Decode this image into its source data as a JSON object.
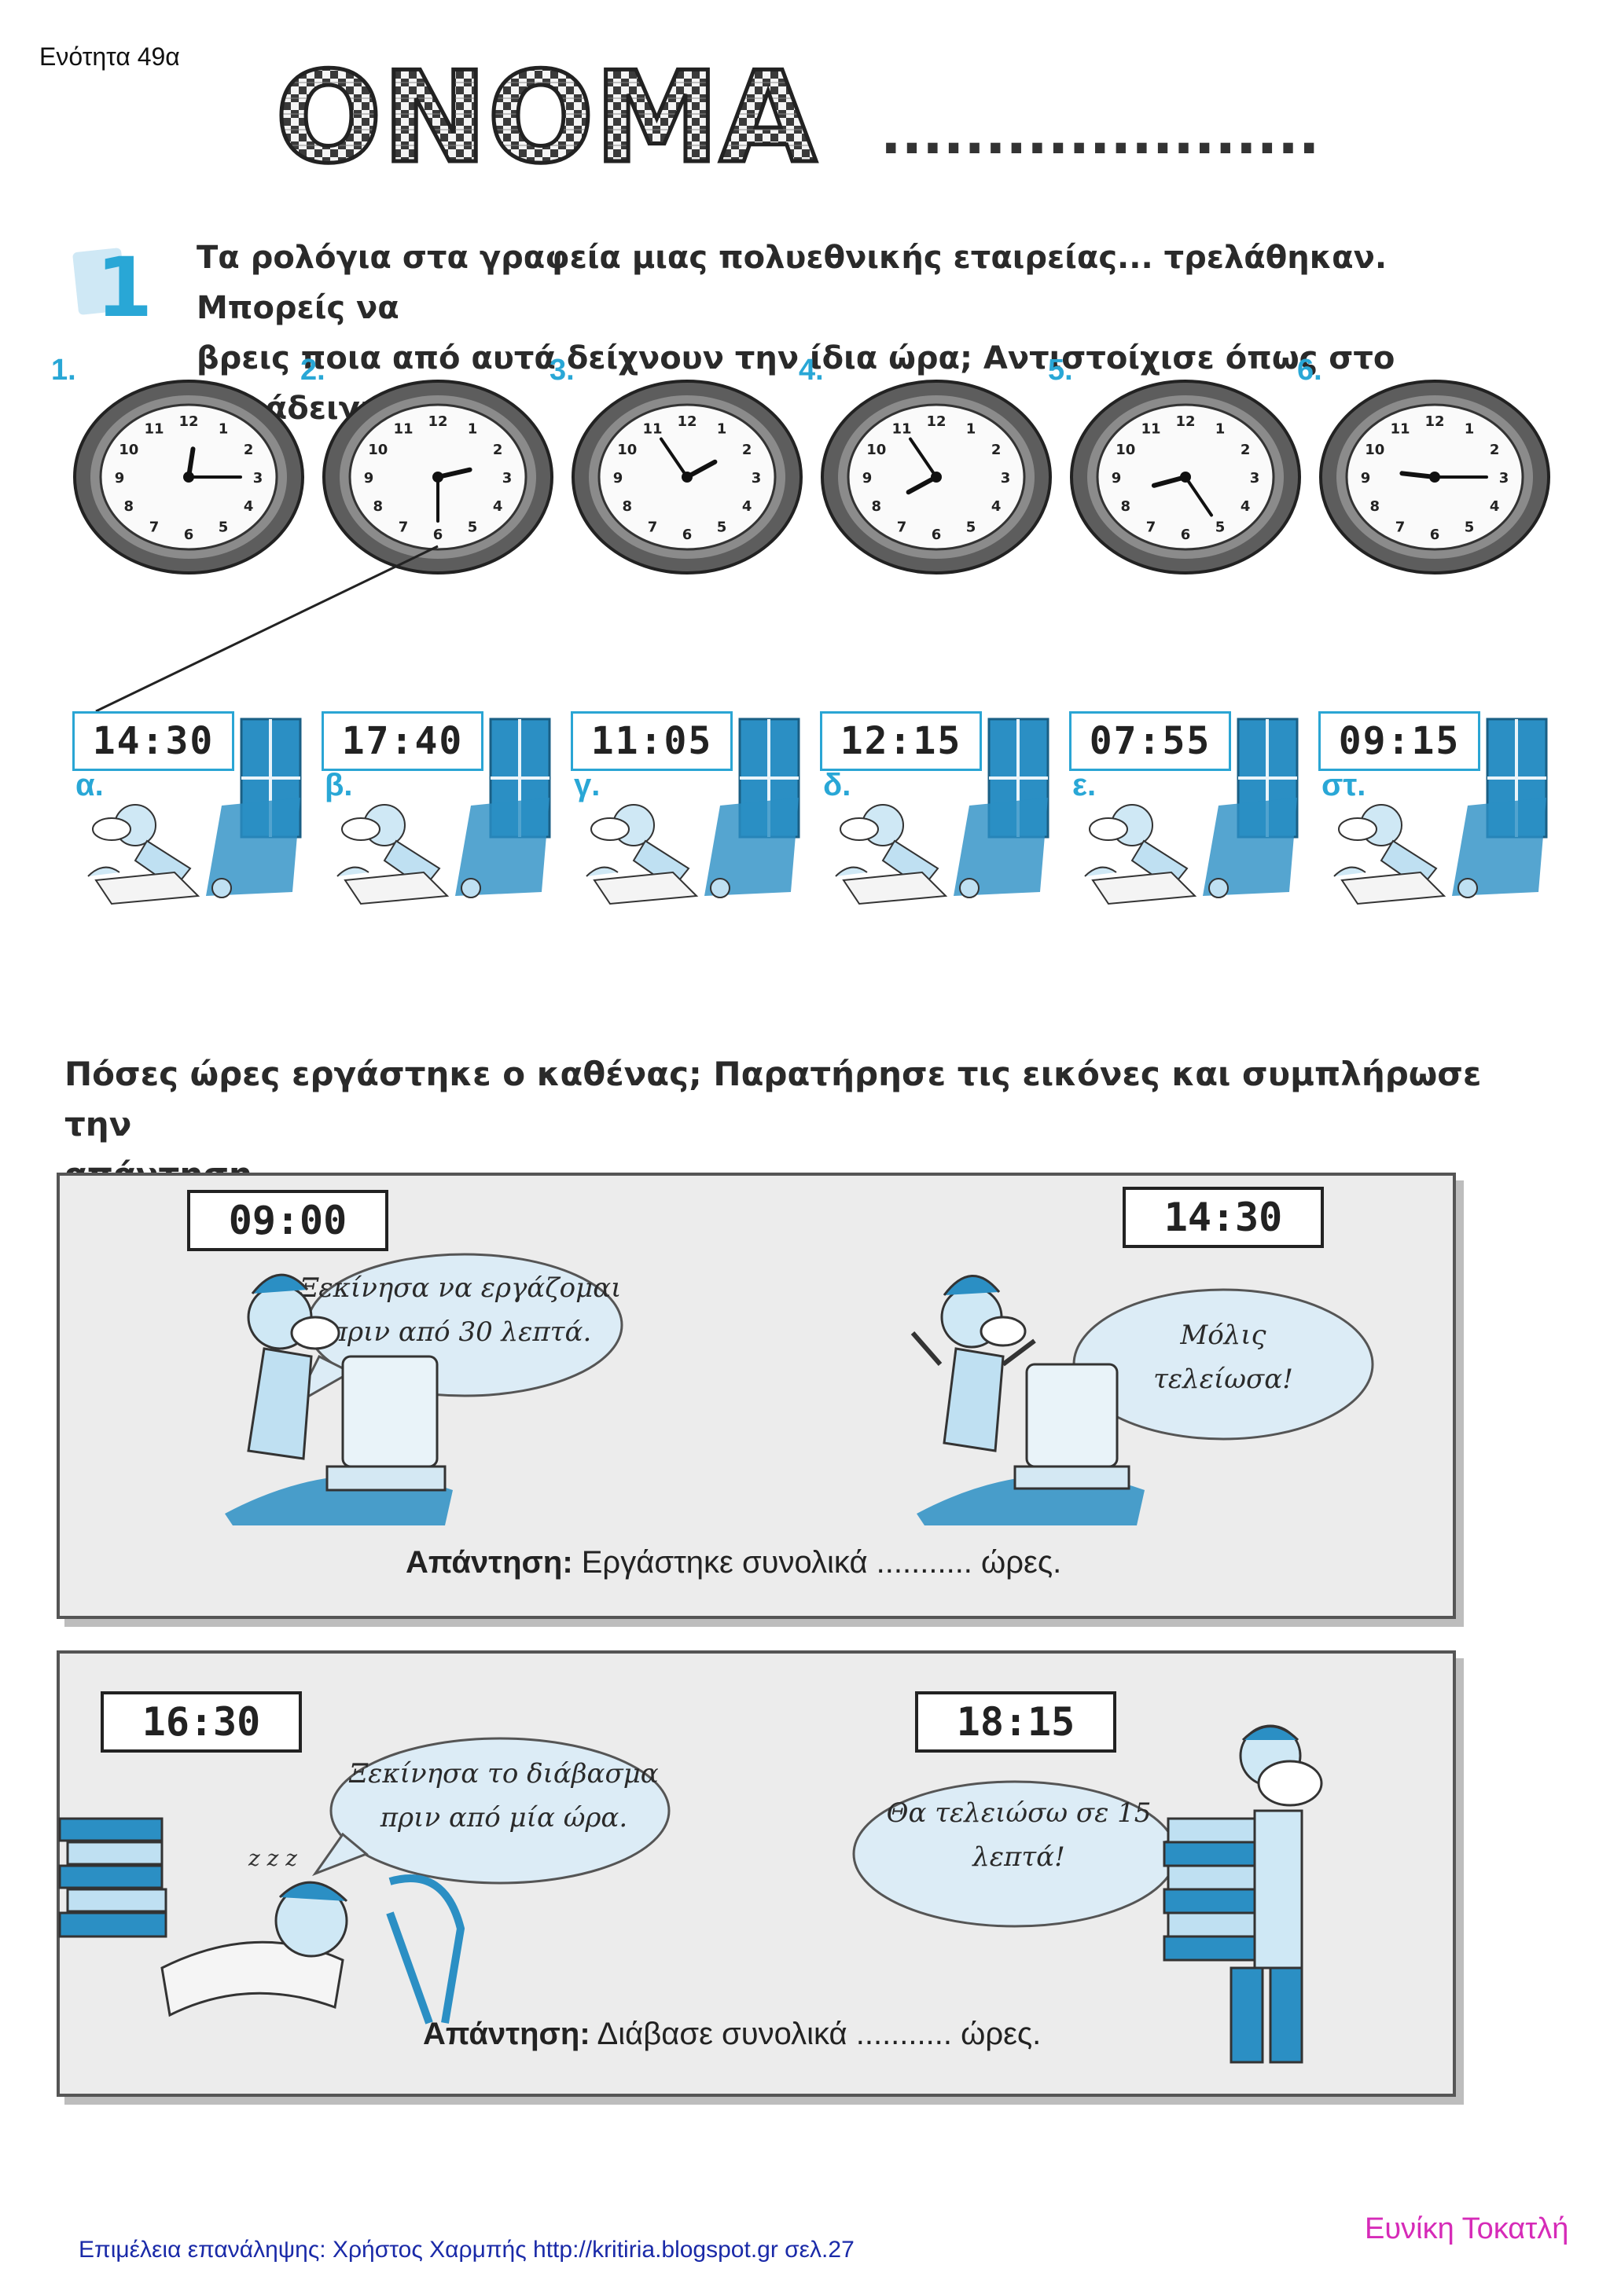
{
  "header": {
    "unit_label": "Ενότητα 49α",
    "name_title": "ΟΝΟΜΑ",
    "name_dots": "....................."
  },
  "exercise1": {
    "number": "1",
    "instruction_line1": "Τα ρολόγια στα γραφεία μιας πολυεθνικής εταιρείας... τρελάθηκαν. Μπορείς να",
    "instruction_line2": "βρεις ποια από αυτά δείχνουν την ίδια ώρα; Αντιστοίχισε όπως στο παράδειγμα:",
    "clocks": [
      {
        "label": "1.",
        "hour": 12,
        "minute": 15
      },
      {
        "label": "2.",
        "hour": 2,
        "minute": 30
      },
      {
        "label": "3.",
        "hour": 1,
        "minute": 55
      },
      {
        "label": "4.",
        "hour": 7,
        "minute": 55
      },
      {
        "label": "5.",
        "hour": 8,
        "minute": 25
      },
      {
        "label": "6.",
        "hour": 9,
        "minute": 15
      }
    ],
    "scenes": [
      {
        "letter": "α.",
        "time": "14:30"
      },
      {
        "letter": "β.",
        "time": "17:40"
      },
      {
        "letter": "γ.",
        "time": "11:05"
      },
      {
        "letter": "δ.",
        "time": "12:15"
      },
      {
        "letter": "ε.",
        "time": "07:55"
      },
      {
        "letter": "στ.",
        "time": "09:15"
      }
    ],
    "example_match": {
      "clock": 2,
      "scene": 1
    }
  },
  "exercise2": {
    "question_line1": "Πόσες ώρες εργάστηκε ο καθένας; Παρατήρησε τις εικόνες και συμπλήρωσε την",
    "question_line2": "απάντηση.",
    "panel1": {
      "start_time": "09:00",
      "end_time": "14:30",
      "bubble_left_line1": "Ξεκίνησα να εργάζομαι",
      "bubble_left_line2": "πριν από 30 λεπτά.",
      "bubble_right_line1": "Μόλις",
      "bubble_right_line2": "τελείωσα!",
      "answer_label": "Απάντηση:",
      "answer_text": " Εργάστηκε συνολικά ........... ώρες."
    },
    "panel2": {
      "start_time": "16:30",
      "end_time": "18:15",
      "bubble_left_line1": "Ξεκίνησα το διάβασμα",
      "bubble_left_line2": "πριν από μία ώρα.",
      "bubble_right_line1": "Θα τελειώσω σε 15",
      "bubble_right_line2": "λεπτά!",
      "answer_label": "Απάντηση:",
      "answer_text": " Διάβασε συνολικά ........... ώρες."
    }
  },
  "footer": {
    "credit": "Επιμέλεια επανάληψης: Χρήστος Χαρμπής http://kritiria.blogspot.gr σελ.27",
    "author": "Ευνίκη Τοκατλή"
  },
  "colors": {
    "accent_blue": "#29a7d6",
    "figure_blue": "#2b8fc4",
    "author_pink": "#d62bb8",
    "credit_blue": "#1a2aa8"
  }
}
